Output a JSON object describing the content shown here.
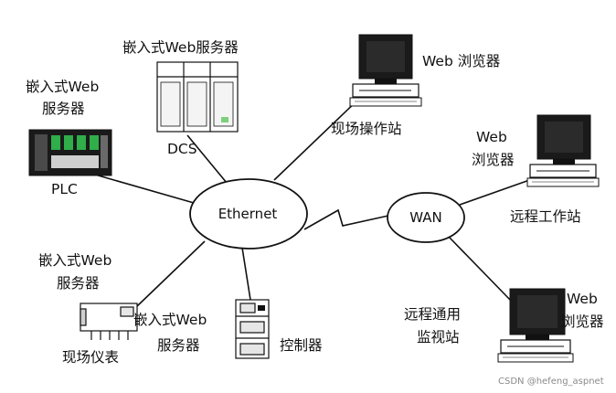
{
  "nodes": {
    "ethernet": "Ethernet",
    "wan": "WAN"
  },
  "labels": {
    "dcs_server": "嵌入式Web服务器",
    "dcs": "DCS",
    "plc_server_1": "嵌入式Web",
    "plc_server_2": "服务器",
    "plc": "PLC",
    "browser_top": "Web 浏览器",
    "field_station": "现场操作站",
    "remote_web_1": "Web",
    "remote_web_2": "浏览器",
    "remote_station": "远程工作站",
    "field_server_1": "嵌入式Web",
    "field_server_2": "服务器",
    "field_instrument": "现场仪表",
    "ctrl_server_1": "嵌入式Web",
    "ctrl_server_2": "服务器",
    "controller": "控制器",
    "monitor_1": "远程通用",
    "monitor_2": "监视站",
    "monitor_web_1": "Web",
    "monitor_web_2": "浏览器"
  },
  "watermark": "CSDN @hefeng_aspnet"
}
